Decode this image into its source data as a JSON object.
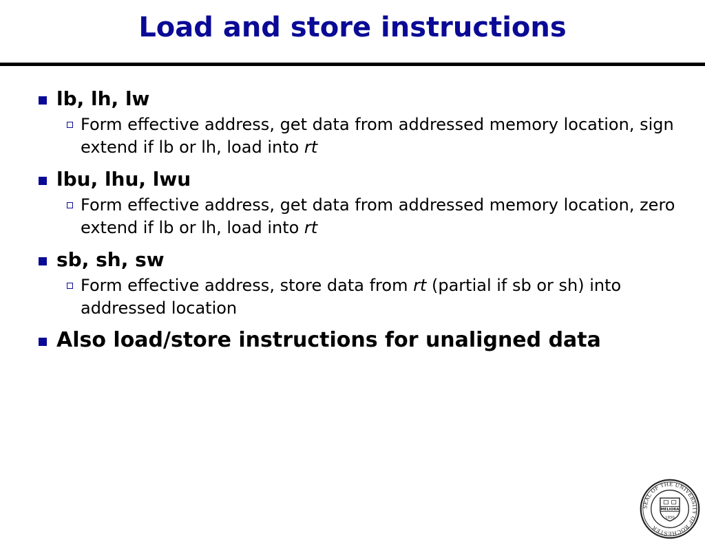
{
  "slide": {
    "title": "Load and store instructions",
    "items": [
      {
        "head": "lb, lh, lw",
        "sub": {
          "text_before": "Form effective address, get data from addressed memory location, sign extend if lb or lh, load into ",
          "italic": "rt",
          "text_after": ""
        }
      },
      {
        "head": "lbu, lhu, lwu",
        "sub": {
          "text_before": "Form effective address, get data from addressed memory location, zero extend if lb or lh, load into ",
          "italic": "rt",
          "text_after": ""
        }
      },
      {
        "head": "sb, sh, sw",
        "sub": {
          "text_before": "Form effective address, store data from ",
          "italic": "rt",
          "text_after": " (partial if sb or sh) into addressed location"
        }
      },
      {
        "head": "Also load/store instructions for unaligned data"
      }
    ],
    "seal": {
      "ring_text": "SEAL OF THE UNIVERSITY OF ROCHESTER",
      "motto": "MELIORA",
      "year": "1850"
    }
  },
  "colors": {
    "title": "#0a0a96",
    "bullet": "#0a0a96",
    "rule": "#000000"
  }
}
